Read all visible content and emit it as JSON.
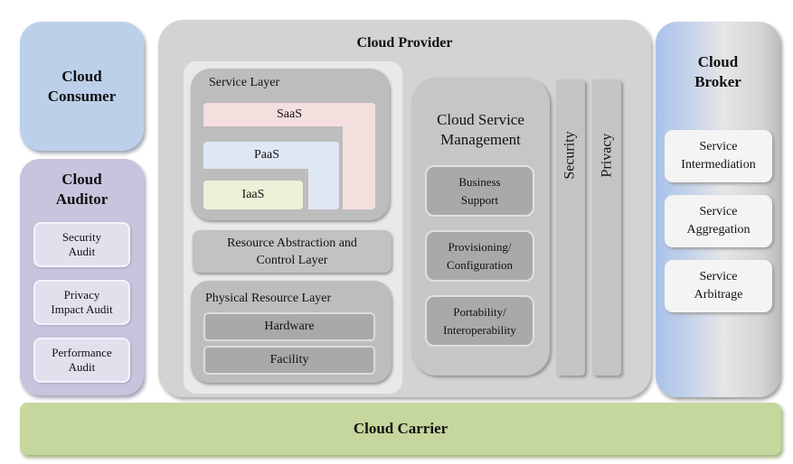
{
  "consumer": {
    "title_line1": "Cloud",
    "title_line2": "Consumer"
  },
  "auditor": {
    "title_line1": "Cloud",
    "title_line2": "Auditor",
    "items": [
      {
        "line1": "Security",
        "line2": "Audit"
      },
      {
        "line1": "Privacy",
        "line2": "Impact Audit"
      },
      {
        "line1": "Performance",
        "line2": "Audit"
      }
    ]
  },
  "provider": {
    "title": "Cloud Provider",
    "service_layer": {
      "label": "Service Layer",
      "saas": "SaaS",
      "paas": "PaaS",
      "iaas": "IaaS"
    },
    "resource_abstraction": {
      "line1": "Resource Abstraction and",
      "line2": "Control Layer"
    },
    "physical_layer": {
      "label": "Physical Resource Layer",
      "items": [
        "Hardware",
        "Facility"
      ]
    },
    "service_management": {
      "title_line1": "Cloud Service",
      "title_line2": "Management",
      "items": [
        {
          "line1": "Business",
          "line2": "Support"
        },
        {
          "line1": "Provisioning/",
          "line2": "Configuration"
        },
        {
          "line1": "Portability/",
          "line2": "Interoperability"
        }
      ]
    },
    "security": "Security",
    "privacy": "Privacy"
  },
  "broker": {
    "title_line1": "Cloud",
    "title_line2": "Broker",
    "items": [
      {
        "line1": "Service",
        "line2": "Intermediation"
      },
      {
        "line1": "Service",
        "line2": "Aggregation"
      },
      {
        "line1": "Service",
        "line2": "Arbitrage"
      }
    ]
  },
  "carrier": {
    "title": "Cloud Carrier"
  },
  "colors": {
    "consumer": "#bcd0ea",
    "auditor": "#c9c3dd",
    "provider": "#d3d3d3",
    "broker": "#a9c2ea",
    "carrier": "#c6d79e",
    "saas": "#f5dede",
    "paas": "#dfe7f4",
    "iaas": "#eef0d8"
  }
}
